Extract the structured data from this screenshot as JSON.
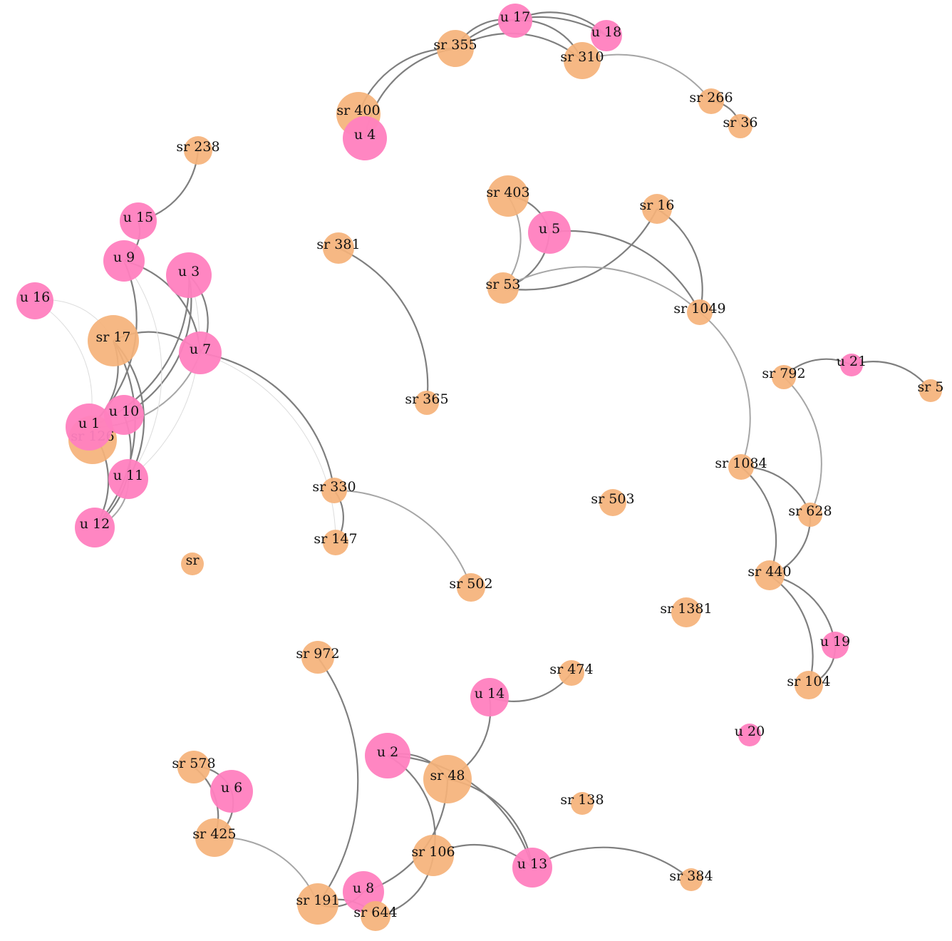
{
  "colors": {
    "user_node": "#ff80bf",
    "sr_node": "#f5b27a",
    "edge_dark": "#7f7f7f",
    "edge_mid": "#a6a6a6",
    "edge_faint": "#dcdcdc",
    "label": "#111111"
  },
  "nodes": [
    {
      "id": "u17",
      "label": "u 17",
      "type": "user"
    },
    {
      "id": "u18",
      "label": "u 18",
      "type": "user"
    },
    {
      "id": "sr355",
      "label": "sr 355",
      "type": "sr"
    },
    {
      "id": "sr310",
      "label": "sr 310",
      "type": "sr"
    },
    {
      "id": "sr266",
      "label": "sr 266",
      "type": "sr"
    },
    {
      "id": "sr36",
      "label": "sr 36",
      "type": "sr"
    },
    {
      "id": "sr400",
      "label": "sr 400",
      "type": "sr"
    },
    {
      "id": "u4",
      "label": "u 4",
      "type": "user"
    },
    {
      "id": "sr238",
      "label": "sr 238",
      "type": "sr"
    },
    {
      "id": "u15",
      "label": "u 15",
      "type": "user"
    },
    {
      "id": "u9",
      "label": "u 9",
      "type": "user"
    },
    {
      "id": "u3",
      "label": "u 3",
      "type": "user"
    },
    {
      "id": "u16",
      "label": "u 16",
      "type": "user"
    },
    {
      "id": "sr17",
      "label": "sr 17",
      "type": "sr"
    },
    {
      "id": "u7",
      "label": "u 7",
      "type": "user"
    },
    {
      "id": "sr126",
      "label": "sr 126",
      "type": "sr"
    },
    {
      "id": "u1",
      "label": "u 1",
      "type": "user"
    },
    {
      "id": "u10",
      "label": "u 10",
      "type": "user"
    },
    {
      "id": "u11",
      "label": "u 11",
      "type": "user"
    },
    {
      "id": "u12",
      "label": "u 12",
      "type": "user"
    },
    {
      "id": "sr",
      "label": "sr",
      "type": "sr"
    },
    {
      "id": "sr381",
      "label": "sr 381",
      "type": "sr"
    },
    {
      "id": "sr365",
      "label": "sr 365",
      "type": "sr"
    },
    {
      "id": "sr330",
      "label": "sr 330",
      "type": "sr"
    },
    {
      "id": "sr147",
      "label": "sr 147",
      "type": "sr"
    },
    {
      "id": "sr502",
      "label": "sr 502",
      "type": "sr"
    },
    {
      "id": "sr403",
      "label": "sr 403",
      "type": "sr"
    },
    {
      "id": "u5",
      "label": "u 5",
      "type": "user"
    },
    {
      "id": "sr16",
      "label": "sr 16",
      "type": "sr"
    },
    {
      "id": "sr53",
      "label": "sr 53",
      "type": "sr"
    },
    {
      "id": "sr1049",
      "label": "sr 1049",
      "type": "sr"
    },
    {
      "id": "sr792",
      "label": "sr 792",
      "type": "sr"
    },
    {
      "id": "u21",
      "label": "u 21",
      "type": "user"
    },
    {
      "id": "sr5",
      "label": "sr 5",
      "type": "sr"
    },
    {
      "id": "sr1084",
      "label": "sr 1084",
      "type": "sr"
    },
    {
      "id": "sr628",
      "label": "sr 628",
      "type": "sr"
    },
    {
      "id": "sr503",
      "label": "sr 503",
      "type": "sr"
    },
    {
      "id": "sr440",
      "label": "sr 440",
      "type": "sr"
    },
    {
      "id": "sr1381",
      "label": "sr 1381",
      "type": "sr"
    },
    {
      "id": "u19",
      "label": "u 19",
      "type": "user"
    },
    {
      "id": "sr104",
      "label": "sr 104",
      "type": "sr"
    },
    {
      "id": "u20",
      "label": "u 20",
      "type": "user"
    },
    {
      "id": "sr972",
      "label": "sr 972",
      "type": "sr"
    },
    {
      "id": "sr474",
      "label": "sr 474",
      "type": "sr"
    },
    {
      "id": "u14",
      "label": "u 14",
      "type": "user"
    },
    {
      "id": "u2",
      "label": "u 2",
      "type": "user"
    },
    {
      "id": "sr48",
      "label": "sr 48",
      "type": "sr"
    },
    {
      "id": "sr578",
      "label": "sr 578",
      "type": "sr"
    },
    {
      "id": "u6",
      "label": "u 6",
      "type": "user"
    },
    {
      "id": "sr425",
      "label": "sr 425",
      "type": "sr"
    },
    {
      "id": "sr138",
      "label": "sr 138",
      "type": "sr"
    },
    {
      "id": "sr106",
      "label": "sr 106",
      "type": "sr"
    },
    {
      "id": "u13",
      "label": "u 13",
      "type": "user"
    },
    {
      "id": "sr384",
      "label": "sr 384",
      "type": "sr"
    },
    {
      "id": "u8",
      "label": "u 8",
      "type": "user"
    },
    {
      "id": "sr191",
      "label": "sr 191",
      "type": "sr"
    },
    {
      "id": "sr644",
      "label": "sr 644",
      "type": "sr"
    }
  ],
  "edges": [
    {
      "source": "sr355",
      "target": "u17",
      "tone": "dark"
    },
    {
      "source": "sr355",
      "target": "u18",
      "tone": "dark"
    },
    {
      "source": "sr355",
      "target": "sr310",
      "tone": "dark"
    },
    {
      "source": "u17",
      "target": "sr310",
      "tone": "dark"
    },
    {
      "source": "u17",
      "target": "u18",
      "tone": "dark"
    },
    {
      "source": "sr310",
      "target": "sr266",
      "tone": "mid"
    },
    {
      "source": "sr266",
      "target": "sr36",
      "tone": "dark"
    },
    {
      "source": "sr400",
      "target": "sr355",
      "tone": "dark"
    },
    {
      "source": "u4",
      "target": "sr355",
      "tone": "dark"
    },
    {
      "source": "sr238",
      "target": "u15",
      "tone": "dark"
    },
    {
      "source": "u15",
      "target": "u9",
      "tone": "dark"
    },
    {
      "source": "u9",
      "target": "u7",
      "tone": "dark"
    },
    {
      "source": "u9",
      "target": "u1",
      "tone": "dark"
    },
    {
      "source": "u3",
      "target": "u7",
      "tone": "dark"
    },
    {
      "source": "u3",
      "target": "u1",
      "tone": "dark"
    },
    {
      "source": "u3",
      "target": "u10",
      "tone": "dark"
    },
    {
      "source": "u16",
      "target": "sr17",
      "tone": "faint"
    },
    {
      "source": "u16",
      "target": "u1",
      "tone": "faint"
    },
    {
      "source": "sr17",
      "target": "u7",
      "tone": "dark"
    },
    {
      "source": "sr17",
      "target": "u1",
      "tone": "dark"
    },
    {
      "source": "sr17",
      "target": "u11",
      "tone": "dark"
    },
    {
      "source": "sr17",
      "target": "u12",
      "tone": "dark"
    },
    {
      "source": "u7",
      "target": "u1",
      "tone": "mid"
    },
    {
      "source": "u7",
      "target": "sr330",
      "tone": "dark"
    },
    {
      "source": "u7",
      "target": "sr147",
      "tone": "faint"
    },
    {
      "source": "u1",
      "target": "u12",
      "tone": "dark"
    },
    {
      "source": "u10",
      "target": "u12",
      "tone": "dark"
    },
    {
      "source": "u11",
      "target": "u12",
      "tone": "mid"
    },
    {
      "source": "u9",
      "target": "u11",
      "tone": "faint"
    },
    {
      "source": "u3",
      "target": "u11",
      "tone": "faint"
    },
    {
      "source": "sr381",
      "target": "sr365",
      "tone": "dark"
    },
    {
      "source": "sr330",
      "target": "sr147",
      "tone": "dark"
    },
    {
      "source": "sr330",
      "target": "sr502",
      "tone": "mid"
    },
    {
      "source": "sr403",
      "target": "u5",
      "tone": "dark"
    },
    {
      "source": "sr403",
      "target": "sr53",
      "tone": "mid"
    },
    {
      "source": "u5",
      "target": "sr53",
      "tone": "dark"
    },
    {
      "source": "sr16",
      "target": "sr53",
      "tone": "dark"
    },
    {
      "source": "sr16",
      "target": "sr1049",
      "tone": "dark"
    },
    {
      "source": "u5",
      "target": "sr1049",
      "tone": "dark"
    },
    {
      "source": "sr53",
      "target": "sr1049",
      "tone": "mid"
    },
    {
      "source": "sr1049",
      "target": "sr1084",
      "tone": "mid"
    },
    {
      "source": "sr792",
      "target": "u21",
      "tone": "dark"
    },
    {
      "source": "u21",
      "target": "sr5",
      "tone": "dark"
    },
    {
      "source": "sr792",
      "target": "sr628",
      "tone": "mid"
    },
    {
      "source": "sr1084",
      "target": "sr628",
      "tone": "dark"
    },
    {
      "source": "sr1084",
      "target": "sr440",
      "tone": "dark"
    },
    {
      "source": "sr628",
      "target": "sr440",
      "tone": "dark"
    },
    {
      "source": "sr440",
      "target": "u19",
      "tone": "dark"
    },
    {
      "source": "sr440",
      "target": "sr104",
      "tone": "dark"
    },
    {
      "source": "u19",
      "target": "sr104",
      "tone": "dark"
    },
    {
      "source": "sr474",
      "target": "u14",
      "tone": "dark"
    },
    {
      "source": "u14",
      "target": "sr48",
      "tone": "dark"
    },
    {
      "source": "u2",
      "target": "sr48",
      "tone": "dark"
    },
    {
      "source": "u2",
      "target": "sr106",
      "tone": "dark"
    },
    {
      "source": "u2",
      "target": "u13",
      "tone": "dark"
    },
    {
      "source": "sr48",
      "target": "u13",
      "tone": "dark"
    },
    {
      "source": "sr48",
      "target": "u8",
      "tone": "dark"
    },
    {
      "source": "sr106",
      "target": "u13",
      "tone": "dark"
    },
    {
      "source": "sr106",
      "target": "sr644",
      "tone": "dark"
    },
    {
      "source": "u13",
      "target": "sr384",
      "tone": "dark"
    },
    {
      "source": "sr972",
      "target": "sr191",
      "tone": "dark"
    },
    {
      "source": "sr578",
      "target": "u6",
      "tone": "dark"
    },
    {
      "source": "sr578",
      "target": "sr425",
      "tone": "dark"
    },
    {
      "source": "u6",
      "target": "sr425",
      "tone": "dark"
    },
    {
      "source": "sr425",
      "target": "sr191",
      "tone": "mid"
    },
    {
      "source": "u8",
      "target": "sr191",
      "tone": "dark"
    },
    {
      "source": "sr191",
      "target": "sr644",
      "tone": "dark"
    }
  ]
}
